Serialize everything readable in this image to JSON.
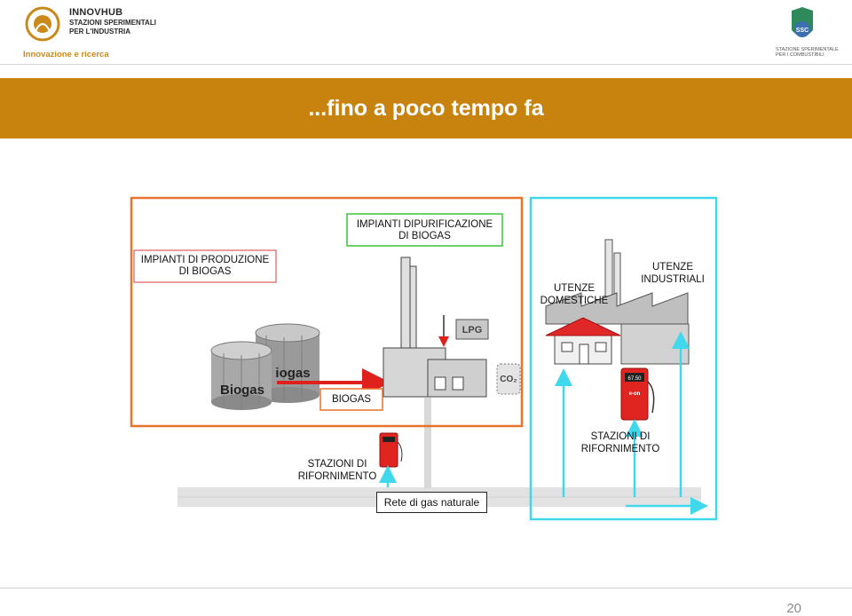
{
  "header": {
    "brand_title": "INNOVHUB",
    "brand_sub1": "STAZIONI SPERIMENTALI",
    "brand_sub2": "PER L'INDUSTRIA",
    "brand_tag": "Innovazione e ricerca",
    "right_logo_line1": "STAZIONE SPERIMENTALE",
    "right_logo_line2": "PER I COMBUSTIBILI",
    "right_logo_mark": "SSC"
  },
  "slide": {
    "title": "...fino a poco tempo fa",
    "page_number": "20"
  },
  "diagram": {
    "purification_label_1": "IMPIANTI DIPURIFICAZIONE",
    "purification_label_2": "DI BIOGAS",
    "production_label_1": "IMPIANTI DI PRODUZIONE",
    "production_label_2": "DI BIOGAS",
    "domestic_label_1": "UTENZE",
    "domestic_label_2": "DOMESTICHE",
    "industrial_label_1": "UTENZE",
    "industrial_label_2": "INDUSTRIALI",
    "biogas_label": "BIOGAS",
    "tank_front_text": "Biogas",
    "tank_back_text": "iogas",
    "lpg_text": "LPG",
    "co2_text": "CO₂",
    "station_left_1": "STAZIONI DI",
    "station_left_2": "RIFORNIMENTO",
    "station_right_1": "STAZIONI DI",
    "station_right_2": "RIFORNIMENTO",
    "network_label": "Rete di gas naturale",
    "pump_display": "67.50",
    "pump_brand": "e-on"
  },
  "colors": {
    "banner": "#c8830e",
    "orange_frame": "#e8732a",
    "cyan_frame": "#3fd8ec",
    "green_frame": "#3cc43c",
    "red_frame": "#d43c3c",
    "red_arrow": "#e0201c"
  }
}
